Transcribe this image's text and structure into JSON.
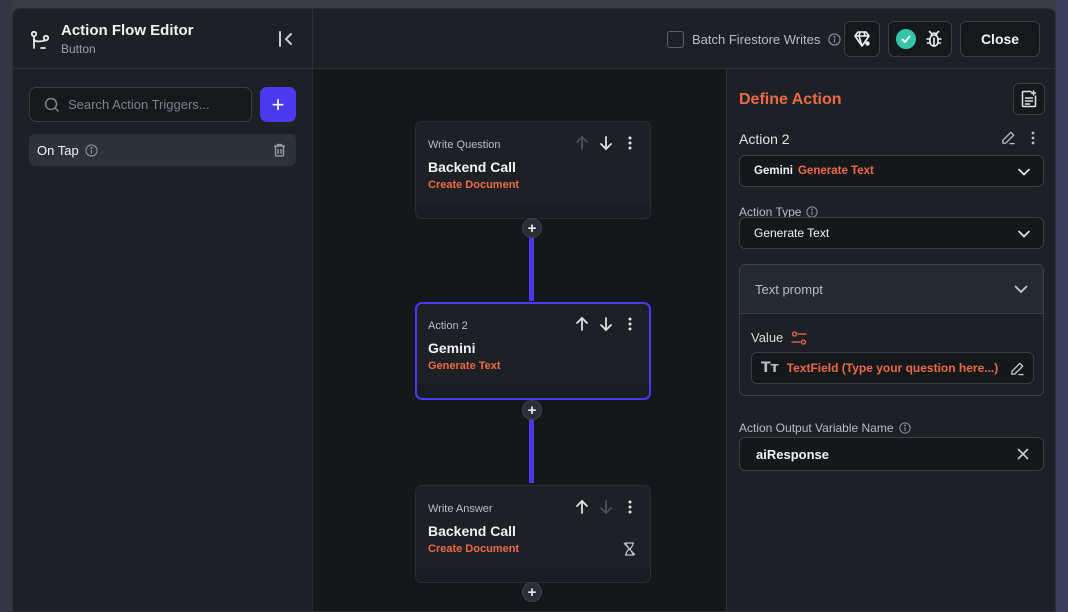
{
  "header": {
    "title": "Action Flow Editor",
    "subtitle": "Button",
    "batch_label": "Batch Firestore Writes",
    "close_label": "Close"
  },
  "left_panel": {
    "search_placeholder": "Search Action Triggers...",
    "add_label": "+",
    "trigger_label": "On Tap"
  },
  "flow": {
    "nodes": [
      {
        "label": "Write Question",
        "title": "Backend Call",
        "subtitle": "Create Document"
      },
      {
        "label": "Action 2",
        "title": "Gemini",
        "subtitle": "Generate Text"
      },
      {
        "label": "Write Answer",
        "title": "Backend Call",
        "subtitle": "Create Document"
      }
    ],
    "plus": "+"
  },
  "right_panel": {
    "title": "Define Action",
    "action_name": "Action 2",
    "action_select": {
      "name": "Gemini",
      "action": "Generate Text"
    },
    "action_type_label": "Action Type",
    "action_type_value": "Generate Text",
    "prompt_header": "Text prompt",
    "value_label": "Value",
    "value_text": "TextField (Type your question here...)",
    "tt_glyph": "Tт",
    "output_label": "Action Output Variable Name",
    "output_value": "aiResponse"
  },
  "colors": {
    "accent": "#4b39ef",
    "orange": "#ee6a46",
    "success": "#35c6a9"
  }
}
